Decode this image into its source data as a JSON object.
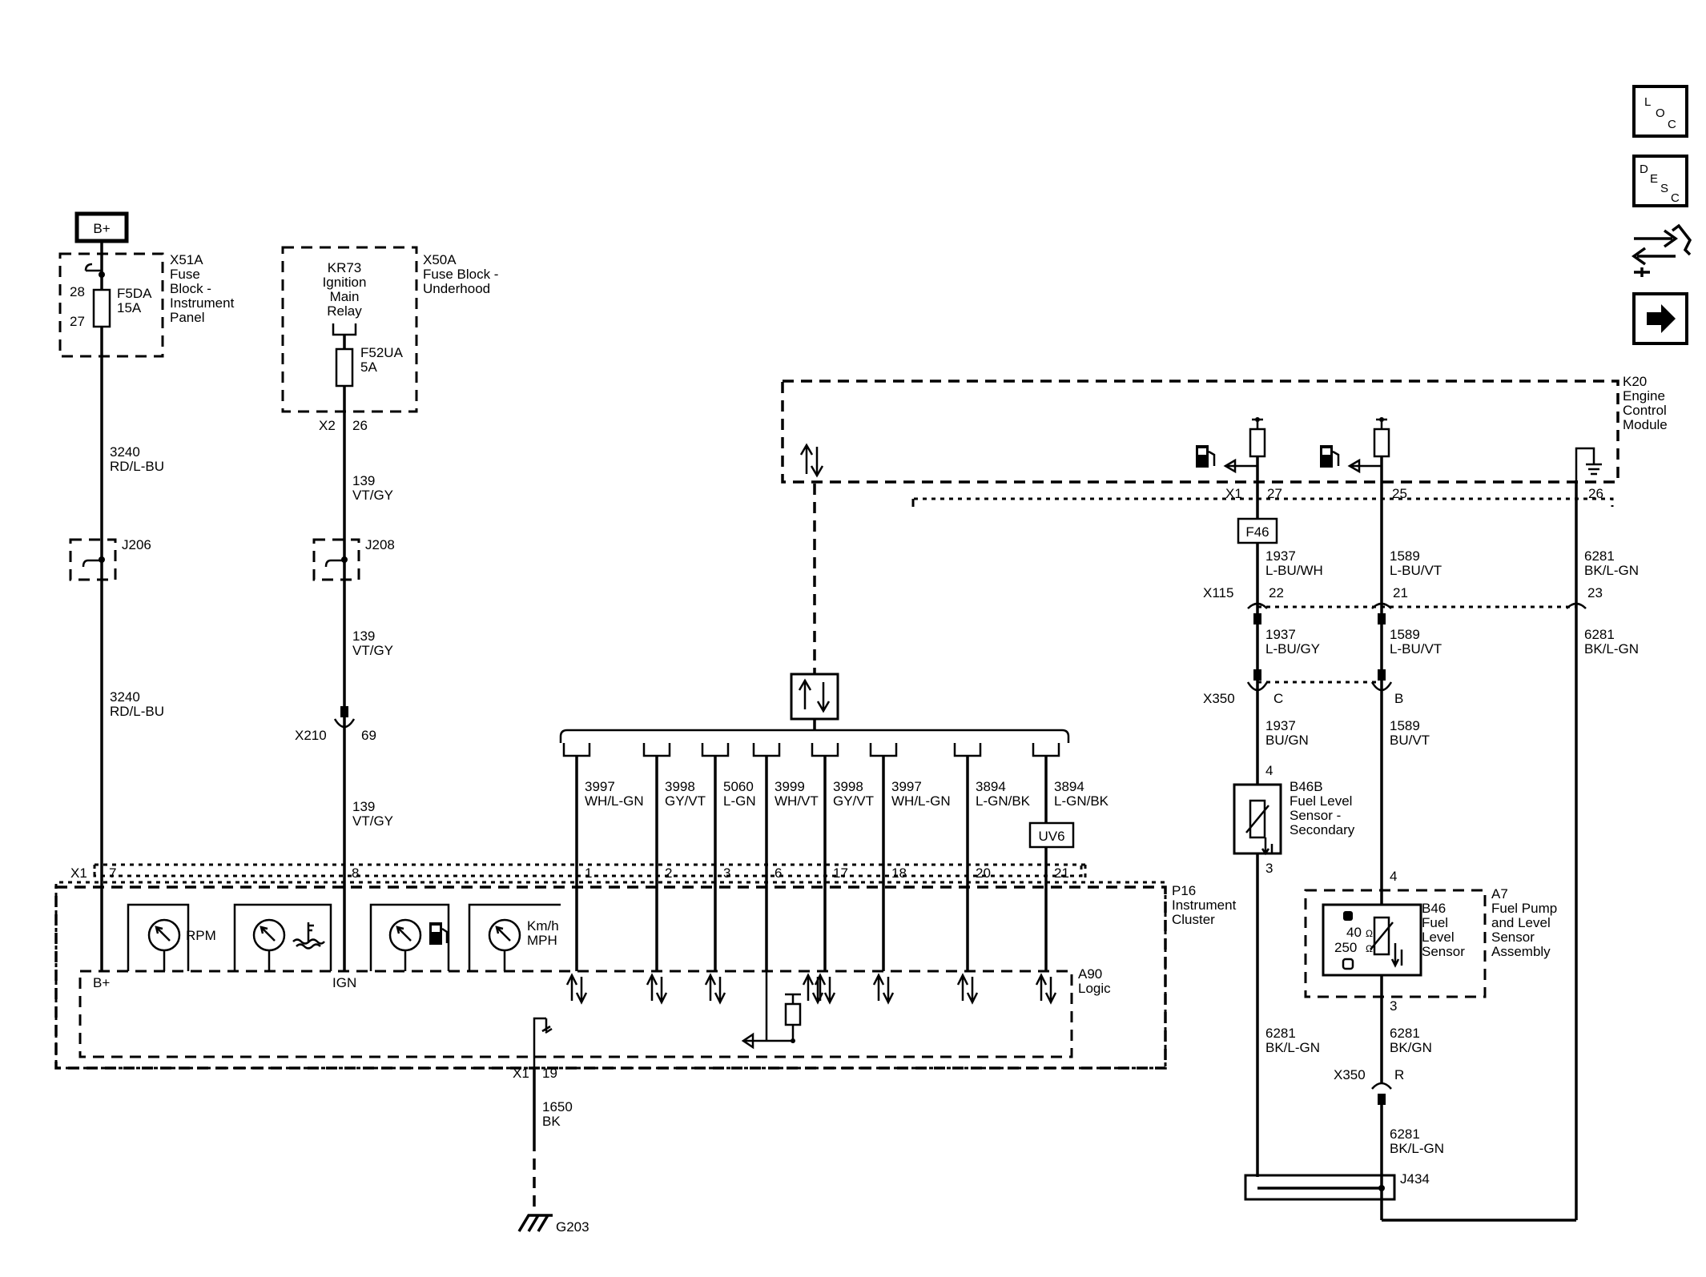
{
  "power": {
    "bplus": "B+"
  },
  "x51a": {
    "id": "X51A",
    "l1": "Fuse",
    "l2": "Block -",
    "l3": "Instrument",
    "l4": "Panel",
    "fuse": "F5DA",
    "amps": "15A",
    "pin_in": "28",
    "pin_out": "27"
  },
  "x50a": {
    "id": "X50A",
    "l1": "Fuse Block -",
    "l2": "Underhood",
    "relay1": "KR73",
    "relay2": "Ignition",
    "relay3": "Main",
    "relay4": "Relay",
    "fuse": "F52UA",
    "amps": "5A",
    "conn": "X2",
    "pin": "26"
  },
  "wires_left": {
    "c3240_a": "3240",
    "col3240_a": "RD/L-BU",
    "c3240_b": "3240",
    "col3240_b": "RD/L-BU",
    "c139_a": "139",
    "col139_a": "VT/GY",
    "c139_b": "139",
    "col139_b": "VT/GY",
    "c139_c": "139",
    "col139_c": "VT/GY",
    "j206": "J206",
    "j208": "J208",
    "x210": "X210",
    "x210_pin": "69"
  },
  "bus": [
    {
      "circuit": "3997",
      "color": "WH/L-GN",
      "pin": "1"
    },
    {
      "circuit": "3998",
      "color": "GY/VT",
      "pin": "2"
    },
    {
      "circuit": "5060",
      "color": "L-GN",
      "pin": "3"
    },
    {
      "circuit": "3999",
      "color": "WH/VT",
      "pin": "6"
    },
    {
      "circuit": "3998",
      "color": "GY/VT",
      "pin": "17"
    },
    {
      "circuit": "3997",
      "color": "WH/L-GN",
      "pin": "18"
    },
    {
      "circuit": "3894",
      "color": "L-GN/BK",
      "pin": "20"
    },
    {
      "circuit": "3894",
      "color": "L-GN/BK",
      "pin": "21"
    }
  ],
  "uv6": "UV6",
  "cluster": {
    "x1": "X1",
    "pin_bplus": "7",
    "pin_ign": "8",
    "p16": "P16",
    "p16_l1": "Instrument",
    "p16_l2": "Cluster",
    "a90": "A90",
    "a90_l": "Logic",
    "bplus": "B+",
    "ign": "IGN",
    "rpm": "RPM",
    "kmh": "Km/h",
    "mph": "MPH"
  },
  "ground": {
    "x1": "X1",
    "pin": "19",
    "circuit": "1650",
    "color": "BK",
    "g": "G203"
  },
  "k20": {
    "id": "K20",
    "l1": "Engine",
    "l2": "Control",
    "l3": "Module",
    "x1": "X1",
    "p27": "27",
    "p25": "25",
    "p26": "26"
  },
  "fuel": {
    "f46": "F46",
    "c1937_a": "1937",
    "col1937_a": "L-BU/WH",
    "c1589_a": "1589",
    "col1589_a": "L-BU/VT",
    "c6281_a": "6281",
    "col6281_a": "BK/L-GN",
    "x115": "X115",
    "x115_22": "22",
    "x115_21": "21",
    "x115_23": "23",
    "c1937_b": "1937",
    "col1937_b": "L-BU/GY",
    "c1589_b": "1589",
    "col1589_b": "L-BU/VT",
    "c6281_b": "6281",
    "col6281_b": "BK/L-GN",
    "x350": "X350",
    "x350_c": "C",
    "x350_b": "B",
    "c1937_c": "1937",
    "col1937_c": "BU/GN",
    "c1589_c": "1589",
    "col1589_c": "BU/VT",
    "b46b_pin_top": "4",
    "b46b": "B46B",
    "b46b_l1": "Fuel Level",
    "b46b_l2": "Sensor -",
    "b46b_l3": "Secondary",
    "b46b_pin_bot": "3",
    "b46_pin_top": "4",
    "b46": "B46",
    "b46_l1": "Fuel",
    "b46_l2": "Level",
    "b46_l3": "Sensor",
    "ohm40": "40",
    "ohm250": "250",
    "ohm_unit": "Ω",
    "b46_pin_bot": "3",
    "a7": "A7",
    "a7_l1": "Fuel Pump",
    "a7_l2": "and Level",
    "a7_l3": "Sensor",
    "a7_l4": "Assembly",
    "c6281_c": "6281",
    "col6281_c": "BK/L-GN",
    "c6281_d": "6281",
    "col6281_d": "BK/GN",
    "x350_r_conn": "X350",
    "x350_r": "R",
    "c6281_e": "6281",
    "col6281_e": "BK/L-GN",
    "j434": "J434"
  },
  "nav": {
    "loc_l": "L",
    "loc_o": "O",
    "loc_c": "C",
    "desc_d": "D",
    "desc_e": "E",
    "desc_s": "S",
    "desc_c": "C",
    "icons": [
      "connector-icon",
      "next-arrow-icon"
    ]
  }
}
